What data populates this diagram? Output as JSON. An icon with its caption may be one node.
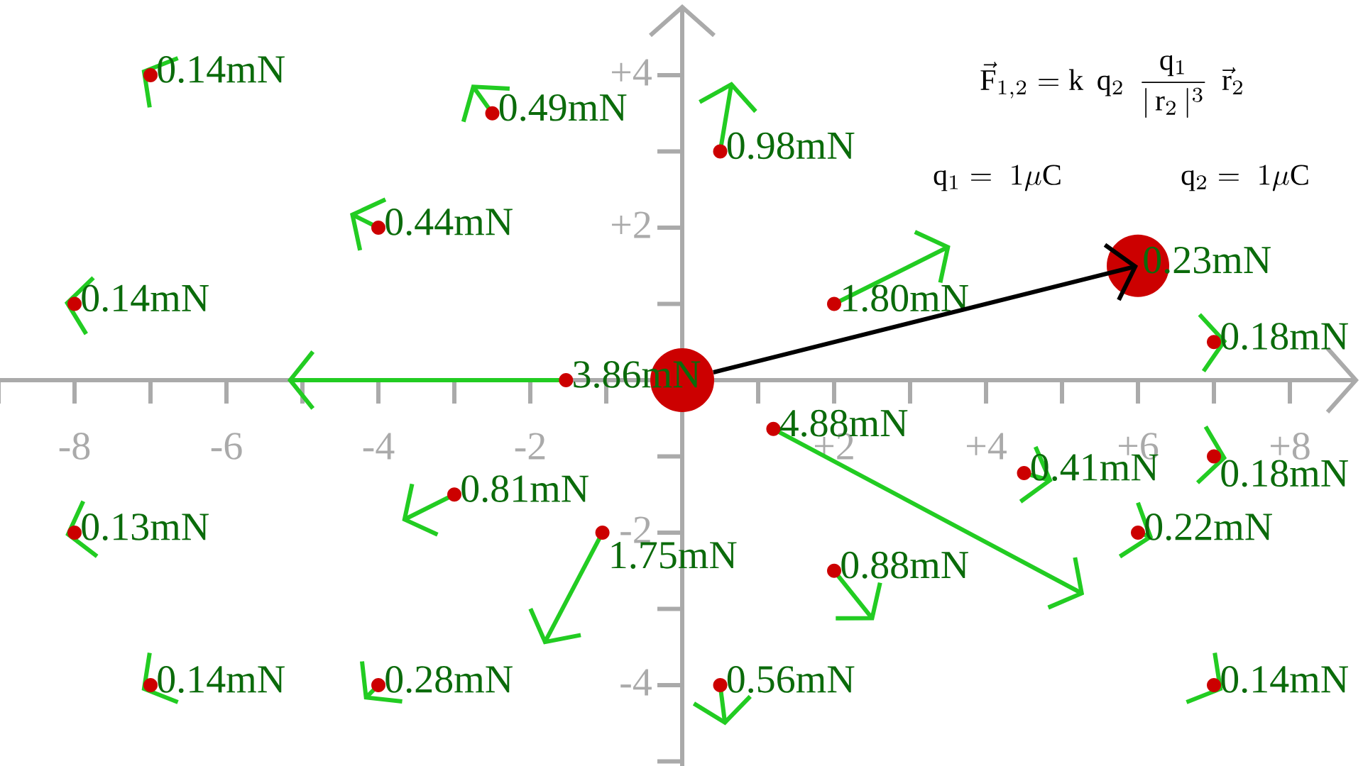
{
  "diagram": {
    "nodes": [
      {
        "text": [],
        "shape": "circle",
        "beside": [
          "0.14mN"
        ]
      },
      {
        "text": [],
        "shape": "circle",
        "beside": [
          "0.49mN"
        ]
      },
      {
        "text": [],
        "shape": "circle",
        "beside": [
          "0.98mN"
        ]
      },
      {
        "text": [],
        "shape": "circle",
        "beside": [
          "0.44mN"
        ]
      },
      {
        "text": [],
        "shape": "circle",
        "beside": [
          "0.23mN"
        ]
      },
      {
        "text": [],
        "shape": "circle",
        "beside": [
          "0.14mN"
        ]
      },
      {
        "text": [],
        "shape": "circle",
        "beside": [
          "1.80mN"
        ]
      },
      {
        "text": [],
        "shape": "circle",
        "beside": [
          "0.18mN"
        ]
      },
      {
        "text": [],
        "shape": "circle",
        "beside": [
          "3.86mN"
        ]
      },
      {
        "text": [],
        "shape": "circle"
      },
      {
        "text": [],
        "shape": "circle",
        "beside": [
          "4.88mN"
        ]
      },
      {
        "text": [],
        "shape": "circle",
        "beside": [
          "0.18mN"
        ]
      },
      {
        "text": [],
        "shape": "circle",
        "beside": [
          "0.41mN"
        ]
      },
      {
        "text": [],
        "shape": "circle",
        "beside": [
          "0.81mN"
        ]
      },
      {
        "text": [],
        "shape": "circle",
        "beside": [
          "0.13mN"
        ]
      },
      {
        "text": [],
        "shape": "circle",
        "beside": [
          "1.75mN"
        ]
      },
      {
        "text": [],
        "shape": "circle",
        "beside": [
          "0.22mN"
        ]
      },
      {
        "text": [],
        "shape": "circle",
        "beside": [
          "0.88mN"
        ]
      },
      {
        "text": [],
        "shape": "circle",
        "beside": [
          "0.14mN"
        ]
      },
      {
        "text": [],
        "shape": "circle",
        "beside": [
          "0.28mN"
        ]
      },
      {
        "text": [],
        "shape": "circle",
        "beside": [
          "0.56mN"
        ]
      },
      {
        "text": [],
        "shape": "circle",
        "beside": [
          "0.14mN"
        ]
      }
    ],
    "edges": [
      {
        "from": 9,
        "to": 4,
        "arrow": "to"
      }
    ],
    "labels": [
      "\\vec{\\mathrm{F}}_{1,2} = \\mathrm{k}\\;\\, \\mathrm{q}_2 \\;\\, \\frac{\\mathrm{q}_1}{|\\,\\mathrm{r}_2\\,|^{3}} \\;\\, \\vec{\\mathrm{r}}_2",
      "\\mathrm{q}_1 = \\;1\\mu\\mathrm{C}",
      "\\mathrm{q}_2 = \\;1\\mu\\mathrm{C}",
      "+4",
      "+2",
      "-8",
      "-6",
      "-4",
      "-2",
      "+2",
      "+4",
      "+6",
      "+8",
      "-2",
      "-4"
    ]
  }
}
